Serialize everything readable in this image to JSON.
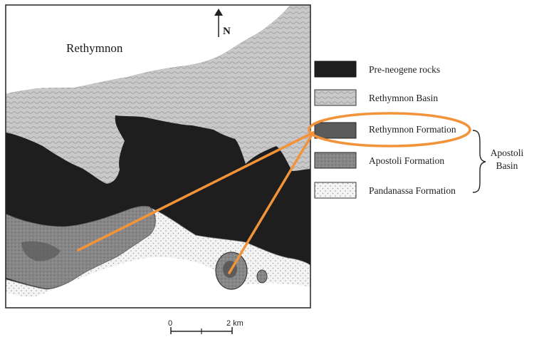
{
  "map": {
    "town_label": "Rethymnon",
    "north_label": "N"
  },
  "legend": {
    "items": [
      {
        "label": "Pre-neogene rocks"
      },
      {
        "label": "Rethymnon Basin"
      },
      {
        "label": "Rethymnon Formation"
      },
      {
        "label": "Apostoli Formation"
      },
      {
        "label": "Pandanassa Formation"
      }
    ],
    "group_label": "Apostoli Basin"
  },
  "scale_bar": {
    "start_label": "0",
    "end_label": "2 km"
  },
  "colors": {
    "pre_neogene": "#1e1e1e",
    "rethymnon_basin": "#c6c6c6",
    "rethymnon_formation": "#5b5b5b",
    "apostoli_formation": "#8a8a8a",
    "pandanassa_formation": "#f4f4f4",
    "highlight": "#f2933a"
  }
}
